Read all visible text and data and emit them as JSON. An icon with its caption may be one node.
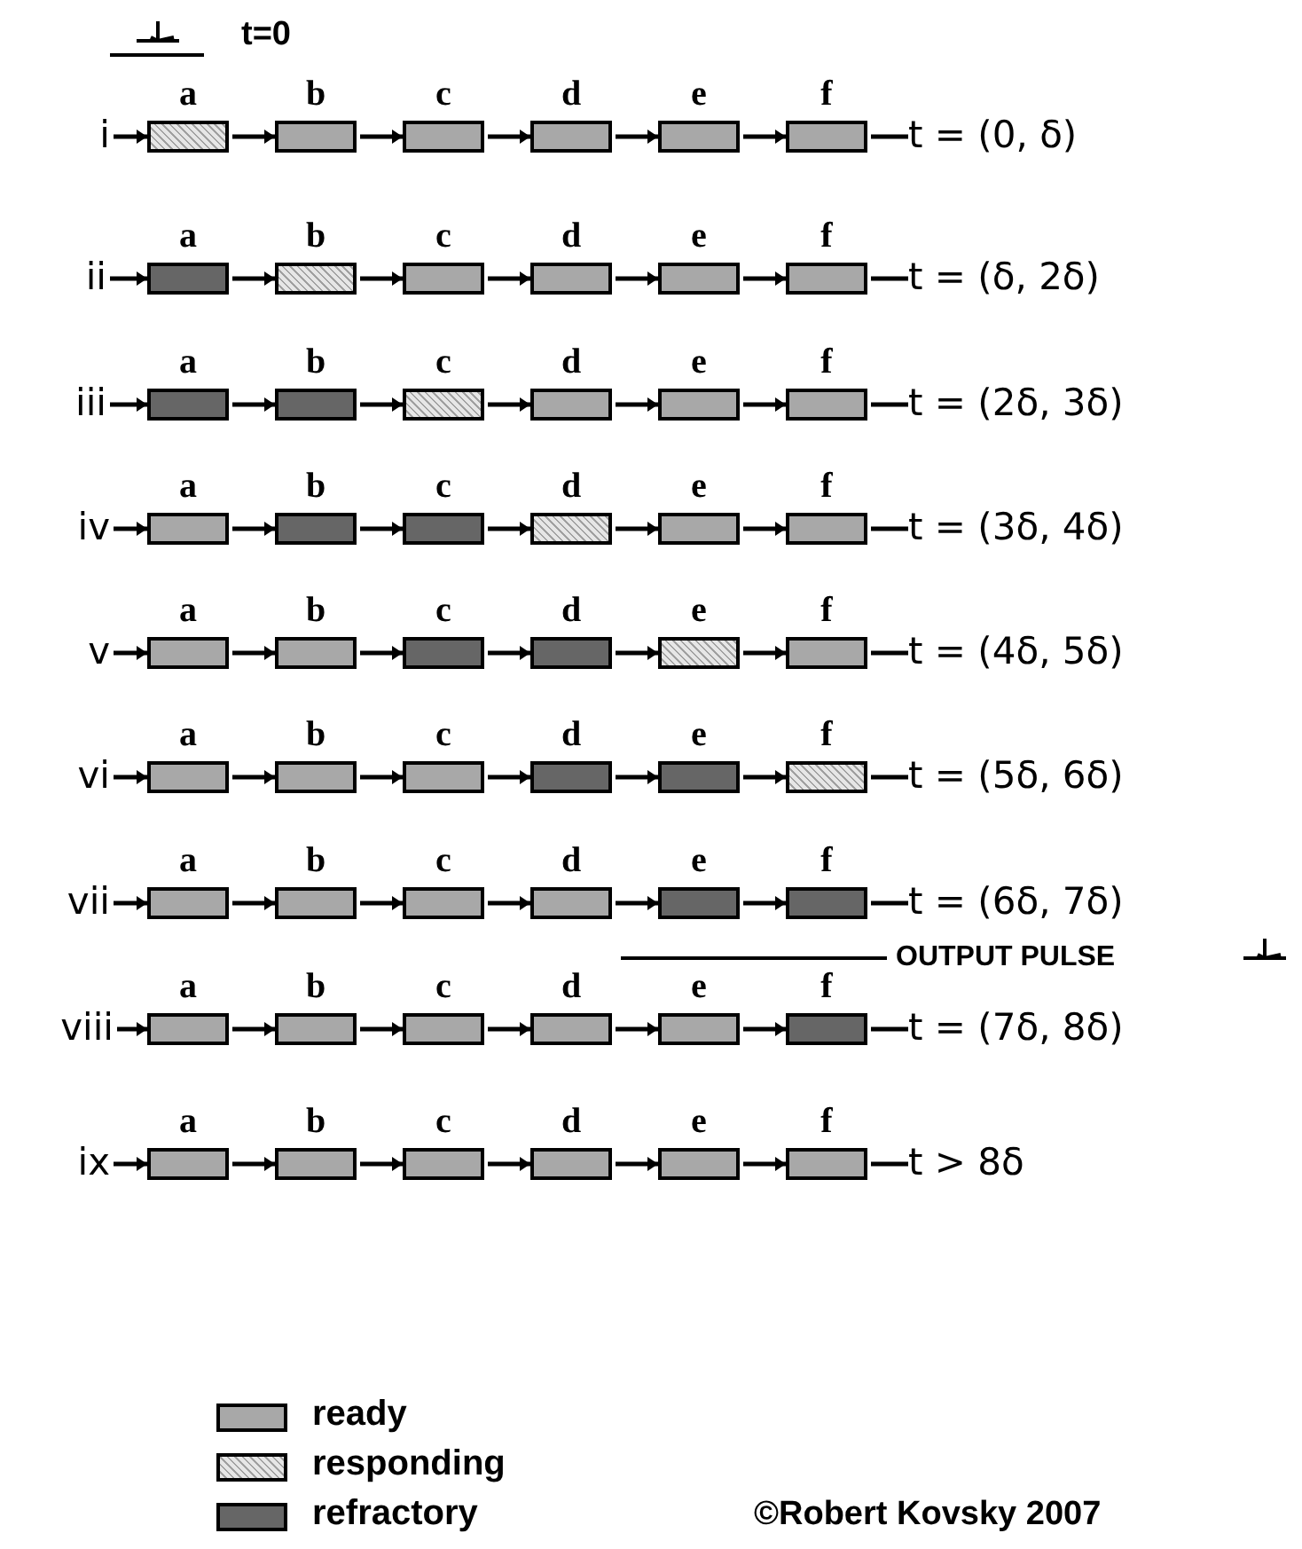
{
  "diagram": {
    "nodes": [
      {
        "text": [
          "i"
        ]
      },
      {
        "text": [
          "a"
        ]
      },
      {
        "text": [
          "b"
        ]
      },
      {
        "text": [
          "c"
        ]
      },
      {
        "text": [
          "d"
        ]
      },
      {
        "text": [
          "e"
        ]
      },
      {
        "text": [
          "f"
        ]
      },
      {
        "text": [
          "t = (0, δ)"
        ]
      },
      {
        "text": [
          "ii"
        ]
      },
      {
        "text": [
          "a"
        ]
      },
      {
        "text": [
          "b"
        ]
      },
      {
        "text": [
          "c"
        ]
      },
      {
        "text": [
          "d"
        ]
      },
      {
        "text": [
          "e"
        ]
      },
      {
        "text": [
          "f"
        ]
      },
      {
        "text": [
          "t = (δ, 2δ)"
        ]
      },
      {
        "text": [
          "iii"
        ]
      },
      {
        "text": [
          "a"
        ]
      },
      {
        "text": [
          "b"
        ]
      },
      {
        "text": [
          "c"
        ]
      },
      {
        "text": [
          "d"
        ]
      },
      {
        "text": [
          "e"
        ]
      },
      {
        "text": [
          "f"
        ]
      },
      {
        "text": [
          "t = (2δ, 3δ)"
        ]
      },
      {
        "text": [
          "iv"
        ]
      },
      {
        "text": [
          "a"
        ]
      },
      {
        "text": [
          "b"
        ]
      },
      {
        "text": [
          "c"
        ]
      },
      {
        "text": [
          "d"
        ]
      },
      {
        "text": [
          "e"
        ]
      },
      {
        "text": [
          "f"
        ]
      },
      {
        "text": [
          "t = (3δ, 4δ)"
        ]
      },
      {
        "text": [
          "v"
        ]
      },
      {
        "text": [
          "a"
        ]
      },
      {
        "text": [
          "b"
        ]
      },
      {
        "text": [
          "c"
        ]
      },
      {
        "text": [
          "d"
        ]
      },
      {
        "text": [
          "e"
        ]
      },
      {
        "text": [
          "f"
        ]
      },
      {
        "text": [
          "t = (4δ, 5δ)"
        ]
      },
      {
        "text": [
          "vi"
        ]
      },
      {
        "text": [
          "a"
        ]
      },
      {
        "text": [
          "b"
        ]
      },
      {
        "text": [
          "c"
        ]
      },
      {
        "text": [
          "d"
        ]
      },
      {
        "text": [
          "e"
        ]
      },
      {
        "text": [
          "f"
        ]
      },
      {
        "text": [
          "t = (5δ, 6δ)"
        ]
      },
      {
        "text": [
          "vii"
        ]
      },
      {
        "text": [
          "a"
        ]
      },
      {
        "text": [
          "b"
        ]
      },
      {
        "text": [
          "c"
        ]
      },
      {
        "text": [
          "d"
        ]
      },
      {
        "text": [
          "e"
        ]
      },
      {
        "text": [
          "f"
        ]
      },
      {
        "text": [
          "t = (6δ, 7δ)"
        ]
      },
      {
        "text": [
          "viii"
        ]
      },
      {
        "text": [
          "a"
        ]
      },
      {
        "text": [
          "b"
        ]
      },
      {
        "text": [
          "c"
        ]
      },
      {
        "text": [
          "d"
        ]
      },
      {
        "text": [
          "e"
        ]
      },
      {
        "text": [
          "f"
        ]
      },
      {
        "text": [
          "t = (7δ, 8δ)"
        ]
      },
      {
        "text": [
          "ix"
        ]
      },
      {
        "text": [
          "a"
        ]
      },
      {
        "text": [
          "b"
        ]
      },
      {
        "text": [
          "c"
        ]
      },
      {
        "text": [
          "d"
        ]
      },
      {
        "text": [
          "e"
        ]
      },
      {
        "text": [
          "f"
        ]
      },
      {
        "text": [
          "t > 8δ"
        ]
      }
    ],
    "edges": [
      {
        "from": 0,
        "to": 1,
        "arrow": "to"
      },
      {
        "from": 1,
        "to": 2,
        "arrow": "to"
      },
      {
        "from": 2,
        "to": 3,
        "arrow": "to"
      },
      {
        "from": 3,
        "to": 4,
        "arrow": "to"
      },
      {
        "from": 4,
        "to": 5,
        "arrow": "to"
      },
      {
        "from": 5,
        "to": 6,
        "arrow": "to"
      },
      {
        "from": 6,
        "to": 7,
        "arrow": "none"
      },
      {
        "from": 8,
        "to": 9,
        "arrow": "to"
      },
      {
        "from": 9,
        "to": 10,
        "arrow": "to"
      },
      {
        "from": 10,
        "to": 11,
        "arrow": "to"
      },
      {
        "from": 11,
        "to": 12,
        "arrow": "to"
      },
      {
        "from": 12,
        "to": 13,
        "arrow": "to"
      },
      {
        "from": 13,
        "to": 14,
        "arrow": "to"
      },
      {
        "from": 14,
        "to": 15,
        "arrow": "none"
      },
      {
        "from": 16,
        "to": 17,
        "arrow": "to"
      },
      {
        "from": 17,
        "to": 18,
        "arrow": "to"
      },
      {
        "from": 18,
        "to": 19,
        "arrow": "to"
      },
      {
        "from": 19,
        "to": 20,
        "arrow": "to"
      },
      {
        "from": 20,
        "to": 21,
        "arrow": "to"
      },
      {
        "from": 21,
        "to": 22,
        "arrow": "to"
      },
      {
        "from": 22,
        "to": 23,
        "arrow": "none"
      },
      {
        "from": 24,
        "to": 25,
        "arrow": "to"
      },
      {
        "from": 25,
        "to": 26,
        "arrow": "to"
      },
      {
        "from": 26,
        "to": 27,
        "arrow": "to"
      },
      {
        "from": 27,
        "to": 28,
        "arrow": "to"
      },
      {
        "from": 28,
        "to": 29,
        "arrow": "to"
      },
      {
        "from": 29,
        "to": 30,
        "arrow": "to"
      },
      {
        "from": 30,
        "to": 31,
        "arrow": "none"
      },
      {
        "from": 32,
        "to": 33,
        "arrow": "to"
      },
      {
        "from": 33,
        "to": 34,
        "arrow": "to"
      },
      {
        "from": 34,
        "to": 35,
        "arrow": "to"
      },
      {
        "from": 35,
        "to": 36,
        "arrow": "to"
      },
      {
        "from": 36,
        "to": 37,
        "arrow": "to"
      },
      {
        "from": 37,
        "to": 38,
        "arrow": "to"
      },
      {
        "from": 38,
        "to": 39,
        "arrow": "none"
      },
      {
        "from": 40,
        "to": 41,
        "arrow": "to"
      },
      {
        "from": 41,
        "to": 42,
        "arrow": "to"
      },
      {
        "from": 42,
        "to": 43,
        "arrow": "to"
      },
      {
        "from": 43,
        "to": 44,
        "arrow": "to"
      },
      {
        "from": 44,
        "to": 45,
        "arrow": "to"
      },
      {
        "from": 45,
        "to": 46,
        "arrow": "to"
      },
      {
        "from": 46,
        "to": 47,
        "arrow": "none"
      },
      {
        "from": 48,
        "to": 49,
        "arrow": "to"
      },
      {
        "from": 49,
        "to": 50,
        "arrow": "to"
      },
      {
        "from": 50,
        "to": 51,
        "arrow": "to"
      },
      {
        "from": 51,
        "to": 52,
        "arrow": "to"
      },
      {
        "from": 52,
        "to": 53,
        "arrow": "to"
      },
      {
        "from": 53,
        "to": 54,
        "arrow": "to"
      },
      {
        "from": 54,
        "to": 55,
        "arrow": "none"
      },
      {
        "from": 56,
        "to": 57,
        "arrow": "to"
      },
      {
        "from": 57,
        "to": 58,
        "arrow": "to"
      },
      {
        "from": 58,
        "to": 59,
        "arrow": "to"
      },
      {
        "from": 59,
        "to": 60,
        "arrow": "to"
      },
      {
        "from": 60,
        "to": 61,
        "arrow": "to"
      },
      {
        "from": 61,
        "to": 62,
        "arrow": "to"
      },
      {
        "from": 62,
        "to": 63,
        "arrow": "none"
      },
      {
        "from": 64,
        "to": 65,
        "arrow": "to"
      },
      {
        "from": 65,
        "to": 66,
        "arrow": "to"
      },
      {
        "from": 66,
        "to": 67,
        "arrow": "to"
      },
      {
        "from": 67,
        "to": 68,
        "arrow": "to"
      },
      {
        "from": 68,
        "to": 69,
        "arrow": "to"
      },
      {
        "from": 69,
        "to": 70,
        "arrow": "to"
      },
      {
        "from": 70,
        "to": 71,
        "arrow": "none"
      }
    ],
    "labels": [
      "t=0",
      "OUTPUT PULSE",
      "©Robert Kovsky 2007"
    ],
    "legend": [
      {
        "text": "ready"
      },
      {
        "text": "responding"
      },
      {
        "text": "refractory"
      }
    ]
  }
}
